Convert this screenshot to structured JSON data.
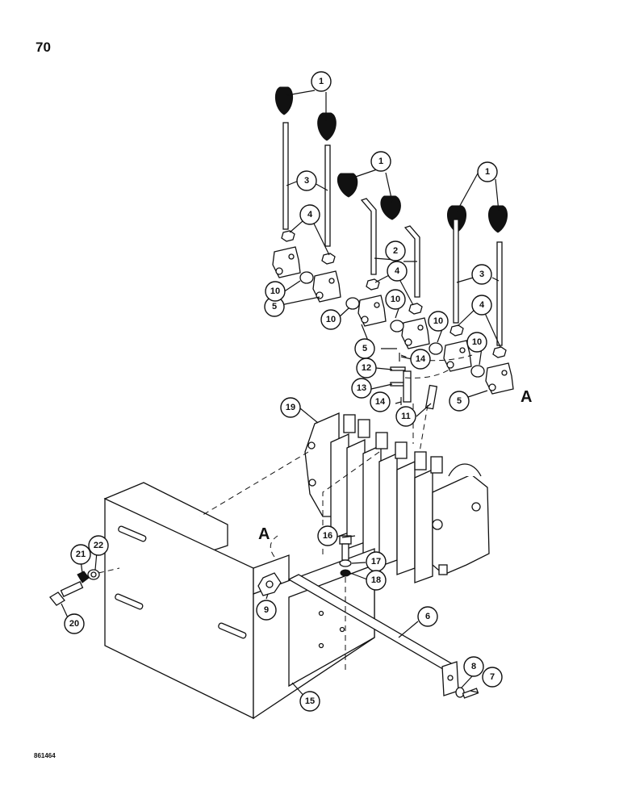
{
  "page": {
    "number": "70",
    "figure_code": "861464"
  },
  "side_labels": {
    "a": "A"
  },
  "callouts": [
    {
      "id": "c1a",
      "text": "1"
    },
    {
      "id": "c1b",
      "text": "1"
    },
    {
      "id": "c1c",
      "text": "1"
    },
    {
      "id": "c2",
      "text": "2"
    },
    {
      "id": "c3a",
      "text": "3"
    },
    {
      "id": "c3b",
      "text": "3"
    },
    {
      "id": "c4a",
      "text": "4"
    },
    {
      "id": "c4b",
      "text": "4"
    },
    {
      "id": "c4c",
      "text": "4"
    },
    {
      "id": "c5a",
      "text": "5"
    },
    {
      "id": "c5b",
      "text": "5"
    },
    {
      "id": "c5c",
      "text": "5"
    },
    {
      "id": "c6",
      "text": "6"
    },
    {
      "id": "c7",
      "text": "7"
    },
    {
      "id": "c8",
      "text": "8"
    },
    {
      "id": "c9",
      "text": "9"
    },
    {
      "id": "c10a",
      "text": "10"
    },
    {
      "id": "c10b",
      "text": "10"
    },
    {
      "id": "c10c",
      "text": "10"
    },
    {
      "id": "c10d",
      "text": "10"
    },
    {
      "id": "c10e",
      "text": "10"
    },
    {
      "id": "c11",
      "text": "11"
    },
    {
      "id": "c12",
      "text": "12"
    },
    {
      "id": "c13",
      "text": "13"
    },
    {
      "id": "c14a",
      "text": "14"
    },
    {
      "id": "c14b",
      "text": "14"
    },
    {
      "id": "c15",
      "text": "15"
    },
    {
      "id": "c16",
      "text": "16"
    },
    {
      "id": "c17",
      "text": "17"
    },
    {
      "id": "c18",
      "text": "18"
    },
    {
      "id": "c19",
      "text": "19"
    },
    {
      "id": "c20",
      "text": "20"
    },
    {
      "id": "c21",
      "text": "21"
    },
    {
      "id": "c22",
      "text": "22"
    }
  ]
}
